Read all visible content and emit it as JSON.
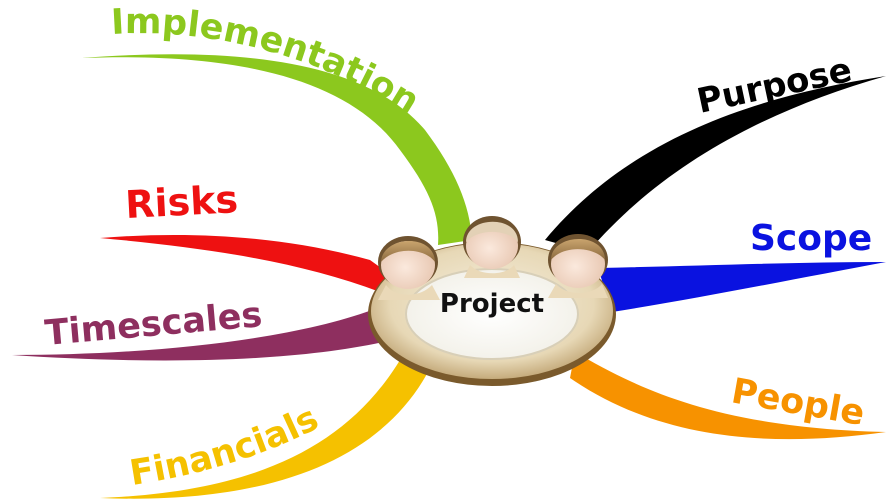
{
  "center": {
    "label": "Project"
  },
  "branches": [
    {
      "id": "implementation",
      "label": "Implementation",
      "color": "#8cc81e"
    },
    {
      "id": "risks",
      "label": "Risks",
      "color": "#ee1111"
    },
    {
      "id": "timescales",
      "label": "Timescales",
      "color": "#8e2f5f"
    },
    {
      "id": "financials",
      "label": "Financials",
      "color": "#f5c100"
    },
    {
      "id": "purpose",
      "label": "Purpose",
      "color": "#000000"
    },
    {
      "id": "scope",
      "label": "Scope",
      "color": "#0a12e0"
    },
    {
      "id": "people",
      "label": "People",
      "color": "#f79200"
    }
  ],
  "icons": [
    "person-head-icon",
    "person-head-icon",
    "person-head-icon"
  ]
}
